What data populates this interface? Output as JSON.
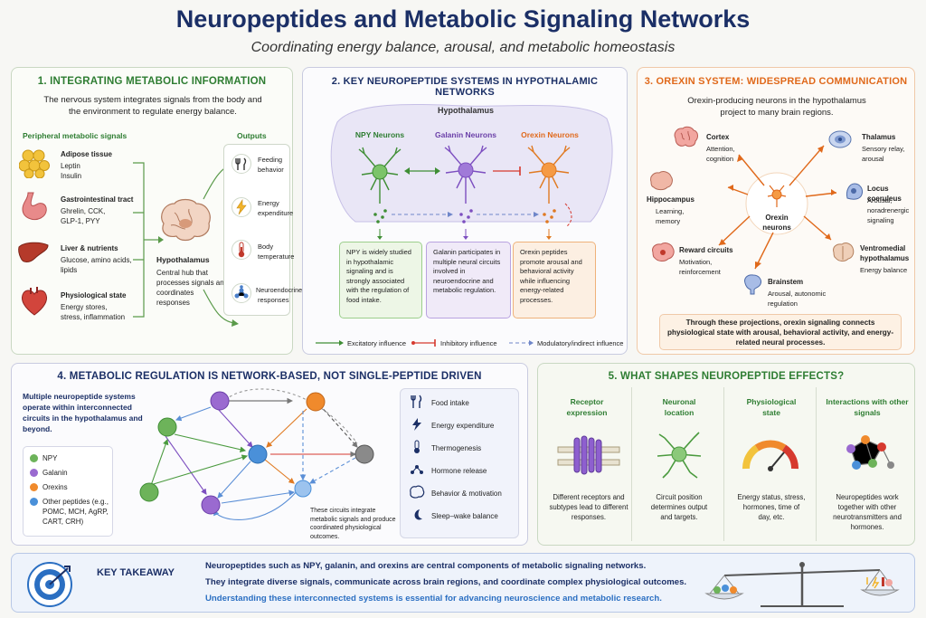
{
  "title": "Neuropeptides and Metabolic Signaling Networks",
  "subtitle": "Coordinating energy balance, arousal, and metabolic homeostasis",
  "colors": {
    "navy": "#1b2f66",
    "green": "#2e7d32",
    "purple": "#6a3fa8",
    "orange": "#e0691b",
    "blue": "#2b6fc2",
    "gray": "#777777"
  },
  "panel1": {
    "title": "1. INTEGRATING METABOLIC INFORMATION",
    "intro": "The nervous system integrates signals from the body and the environment to regulate energy balance.",
    "peripheral_heading": "Peripheral metabolic signals",
    "outputs_heading": "Outputs",
    "signals": [
      {
        "name": "Adipose tissue",
        "detail1": "Leptin",
        "detail2": "Insulin",
        "icon": "fat-cells-icon"
      },
      {
        "name": "Gastrointestinal tract",
        "detail1": "Ghrelin, CCK,",
        "detail2": "GLP-1, PYY",
        "icon": "stomach-icon"
      },
      {
        "name": "Liver & nutrients",
        "detail1": "Glucose, amino acids,",
        "detail2": "lipids",
        "icon": "liver-icon"
      },
      {
        "name": "Physiological state",
        "detail1": "Energy stores,",
        "detail2": "stress, inflammation",
        "icon": "heart-icon"
      }
    ],
    "hub_title": "Hypothalamus",
    "hub_desc": "Central hub that processes signals and coordinates responses",
    "outputs": [
      {
        "line1": "Feeding",
        "line2": "behavior",
        "icon": "fork-knife-icon"
      },
      {
        "line1": "Energy",
        "line2": "expenditure",
        "icon": "lightning-icon"
      },
      {
        "line1": "Body",
        "line2": "temperature",
        "icon": "thermometer-icon"
      },
      {
        "line1": "Neuroendocrine",
        "line2": "responses",
        "icon": "molecule-icon"
      }
    ]
  },
  "panel2": {
    "title": "2. KEY NEUROPEPTIDE SYSTEMS IN HYPOTHALAMIC NETWORKS",
    "region": "Hypothalamus",
    "neurons": [
      {
        "name": "NPY Neurons",
        "desc": "NPY is widely studied in hypothalamic signaling and is strongly associated with the regulation of food intake."
      },
      {
        "name": "Galanin Neurons",
        "desc": "Galanin participates in multiple neural circuits involved in neuroendocrine and metabolic regulation."
      },
      {
        "name": "Orexin Neurons",
        "desc": "Orexin peptides promote arousal and behavioral activity while influencing energy-related processes."
      }
    ],
    "legend": [
      "Excitatory influence",
      "Inhibitory influence",
      "Modulatory/indirect influence"
    ]
  },
  "panel3": {
    "title": "3. OREXIN SYSTEM: WIDESPREAD COMMUNICATION",
    "intro": "Orexin-producing neurons in the hypothalamus project to many brain regions.",
    "center": "Orexin neurons",
    "targets": [
      {
        "name": "Cortex",
        "d1": "Attention,",
        "d2": "cognition",
        "icon": "cortex-icon"
      },
      {
        "name": "Thalamus",
        "d1": "Sensory relay,",
        "d2": "arousal",
        "icon": "thalamus-icon"
      },
      {
        "name": "Hippocampus",
        "d1": "Learning,",
        "d2": "memory",
        "icon": "hippocampus-icon"
      },
      {
        "name": "Locus coeruleus",
        "d1": "Arousal,",
        "d2": "noradrenergic",
        "d3": "signaling",
        "icon": "locus-coeruleus-icon"
      },
      {
        "name": "Reward circuits",
        "d1": "Motivation,",
        "d2": "reinforcement",
        "icon": "reward-icon"
      },
      {
        "name": "Ventromedial hypothalamus",
        "d1": "Energy balance",
        "icon": "vmh-icon"
      },
      {
        "name": "Brainstem",
        "d1": "Arousal, autonomic",
        "d2": "regulation",
        "icon": "brainstem-icon"
      }
    ],
    "summary": "Through these projections, orexin signaling connects physiological state with arousal, behavioral activity, and energy-related neural processes."
  },
  "panel4": {
    "title": "4. METABOLIC REGULATION IS NETWORK-BASED, NOT SINGLE-PEPTIDE DRIVEN",
    "intro": "Multiple neuropeptide systems operate within interconnected circuits in the hypothalamus and beyond.",
    "legend": [
      {
        "label": "NPY",
        "color": "#6db35a"
      },
      {
        "label": "Galanin",
        "color": "#9a6ad0"
      },
      {
        "label": "Orexins",
        "color": "#f08a2c"
      },
      {
        "label": "Other peptides (e.g., POMC, MCH, AgRP, CART, CRH)",
        "color": "#4a90d9"
      }
    ],
    "note": "These circuits integrate metabolic signals and produce coordinated physiological outcomes.",
    "outcomes": [
      {
        "label": "Food intake",
        "icon": "fork-knife-icon"
      },
      {
        "label": "Energy expenditure",
        "icon": "lightning-icon"
      },
      {
        "label": "Thermogenesis",
        "icon": "thermometer-icon"
      },
      {
        "label": "Hormone release",
        "icon": "molecule-icon"
      },
      {
        "label": "Behavior & motivation",
        "icon": "brain-icon"
      },
      {
        "label": "Sleep–wake balance",
        "icon": "moon-icon"
      }
    ]
  },
  "panel5": {
    "title": "5. WHAT SHAPES NEUROPEPTIDE EFFECTS?",
    "columns": [
      {
        "heading": "Receptor expression",
        "desc": "Different receptors and subtypes lead to different responses.",
        "icon": "receptor-icon"
      },
      {
        "heading": "Neuronal location",
        "desc": "Circuit position determines output and targets.",
        "icon": "neuron-icon"
      },
      {
        "heading": "Physiological state",
        "desc": "Energy status, stress, hormones, time of day, etc.",
        "icon": "gauge-icon"
      },
      {
        "heading": "Interactions with other signals",
        "desc": "Neuropeptides work together with other neurotransmitters and hormones.",
        "icon": "network-icon"
      }
    ]
  },
  "takeaway": {
    "heading": "KEY TAKEAWAY",
    "line1": "Neuropeptides such as NPY, galanin, and orexins are central components of metabolic signaling networks.",
    "line2": "They integrate diverse signals, communicate across brain regions, and coordinate complex physiological outcomes.",
    "line3": "Understanding these interconnected systems is essential for advancing neuroscience and metabolic research."
  }
}
